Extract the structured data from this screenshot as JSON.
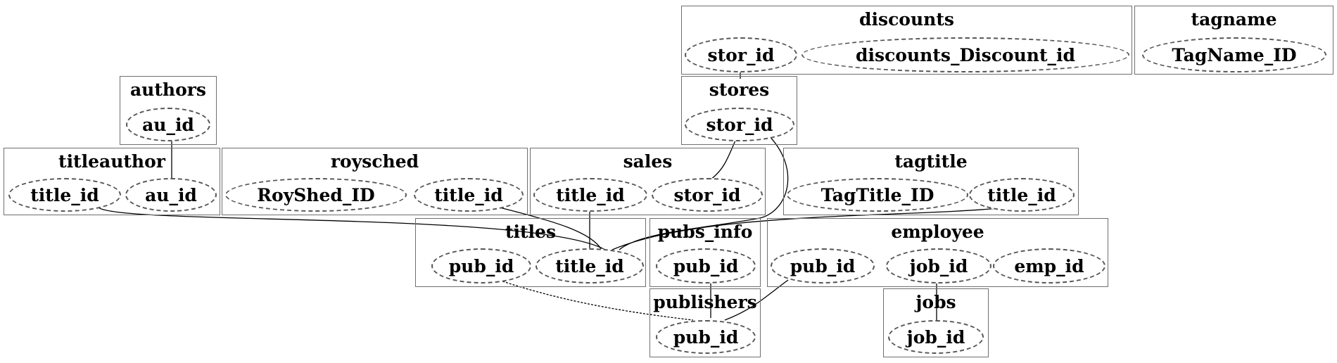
{
  "tables": {
    "discounts": {
      "title": "discounts",
      "fields": [
        "stor_id",
        "discounts_Discount_id"
      ]
    },
    "tagname": {
      "title": "tagname",
      "fields": [
        "TagName_ID"
      ]
    },
    "authors": {
      "title": "authors",
      "fields": [
        "au_id"
      ]
    },
    "stores": {
      "title": "stores",
      "fields": [
        "stor_id"
      ]
    },
    "titleauthor": {
      "title": "titleauthor",
      "fields": [
        "title_id",
        "au_id"
      ]
    },
    "roysched": {
      "title": "roysched",
      "fields": [
        "RoyShed_ID",
        "title_id"
      ]
    },
    "sales": {
      "title": "sales",
      "fields": [
        "title_id",
        "stor_id"
      ]
    },
    "tagtitle": {
      "title": "tagtitle",
      "fields": [
        "TagTitle_ID",
        "title_id"
      ]
    },
    "titles": {
      "title": "titles",
      "fields": [
        "pub_id",
        "title_id"
      ]
    },
    "pubs_info": {
      "title": "pubs_info",
      "fields": [
        "pub_id"
      ]
    },
    "employee": {
      "title": "employee",
      "fields": [
        "pub_id",
        "job_id",
        "emp_id"
      ]
    },
    "publishers": {
      "title": "publishers",
      "fields": [
        "pub_id"
      ]
    },
    "jobs": {
      "title": "jobs",
      "fields": [
        "job_id"
      ]
    }
  },
  "relationships": [
    {
      "from": "discounts.stor_id",
      "to": "stores.stor_id"
    },
    {
      "from": "authors.au_id",
      "to": "titleauthor.au_id"
    },
    {
      "from": "stores.stor_id",
      "to": "sales.stor_id"
    },
    {
      "from": "stores.stor_id",
      "to": "titles.title_id"
    },
    {
      "from": "titleauthor.title_id",
      "to": "titles.title_id"
    },
    {
      "from": "roysched.title_id",
      "to": "titles.title_id"
    },
    {
      "from": "sales.title_id",
      "to": "titles.title_id"
    },
    {
      "from": "tagtitle.title_id",
      "to": "titles.title_id"
    },
    {
      "from": "titles.pub_id",
      "to": "publishers.pub_id"
    },
    {
      "from": "pubs_info.pub_id",
      "to": "publishers.pub_id"
    },
    {
      "from": "employee.pub_id",
      "to": "publishers.pub_id"
    },
    {
      "from": "employee.job_id",
      "to": "jobs.job_id"
    }
  ]
}
